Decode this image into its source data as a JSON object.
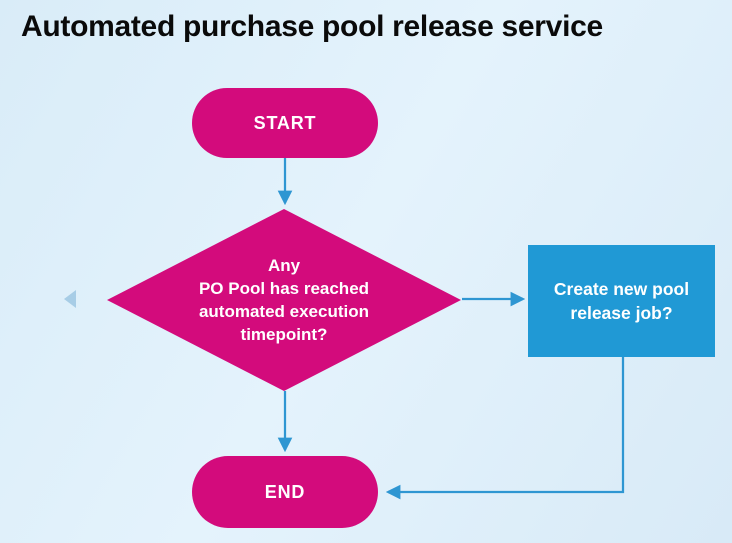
{
  "title": "Automated purchase pool release service",
  "colors": {
    "pink": "#d30b7c",
    "blue": "#2099d5",
    "arrow": "#2e96d2",
    "nav_arrow": "#a7cde6",
    "bg_edge": "#d9ecf8",
    "bg_mid": "#e4f3fc",
    "bg_edge2": "#d8eaf7",
    "title_text": "#0a0a0a",
    "text_on_shape": "#ffffff"
  },
  "flowchart": {
    "start": {
      "label": "START"
    },
    "decision": {
      "text": "Any\nPO Pool has reached\nautomated execution\ntimepoint?"
    },
    "process": {
      "text": "Create new pool\nrelease job?"
    },
    "end": {
      "label": "END"
    }
  }
}
